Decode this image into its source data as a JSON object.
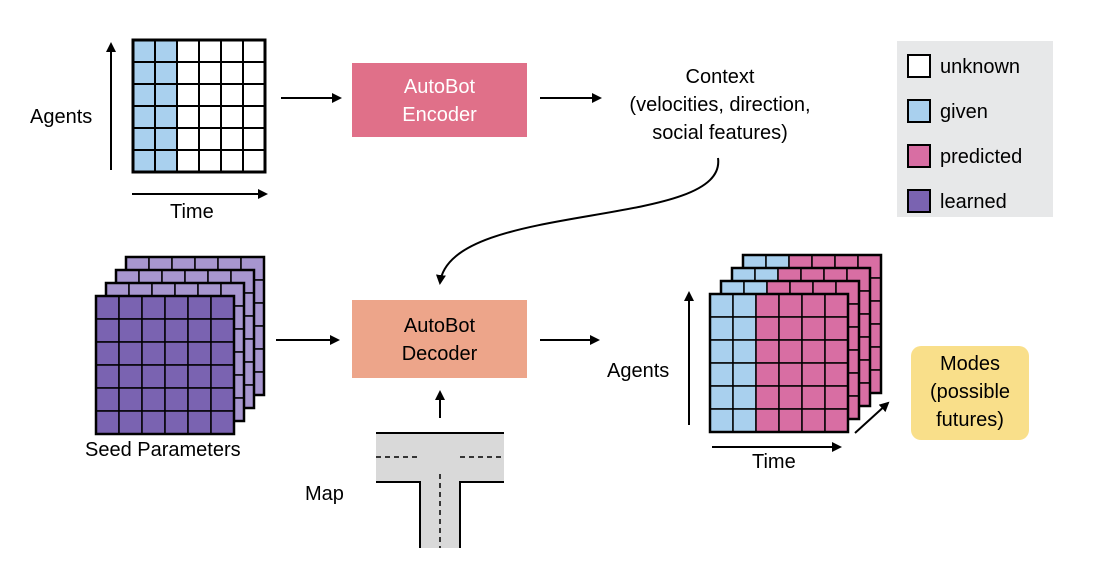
{
  "colors": {
    "unknown": "#ffffff",
    "given": "#a9d0ee",
    "predicted": "#d86ea3",
    "learned": "#7a63b1",
    "learned_back": "#a796cf",
    "encoder_fill": "#e07089",
    "decoder_fill": "#eda58a",
    "modes_fill": "#f9df8a",
    "legend_bg": "#e7e8e9",
    "road_fill": "#d9d9d9"
  },
  "input": {
    "agents_label": "Agents",
    "time_label": "Time",
    "grid": {
      "rows": 6,
      "cols": 6,
      "given_cols": 2
    }
  },
  "encoder": {
    "line1": "AutoBot",
    "line2": "Encoder"
  },
  "context": {
    "line1": "Context",
    "line2": "(velocities, direction,",
    "line3": "social features)"
  },
  "seed": {
    "label": "Seed Parameters",
    "grid": {
      "rows": 6,
      "cols": 6,
      "layers": 4
    }
  },
  "decoder": {
    "line1": "AutoBot",
    "line2": "Decoder"
  },
  "map": {
    "label": "Map"
  },
  "output": {
    "agents_label": "Agents",
    "time_label": "Time",
    "grid": {
      "rows": 6,
      "cols": 6,
      "given_cols": 2,
      "layers": 4
    }
  },
  "modes": {
    "line1": "Modes",
    "line2": "(possible",
    "line3": "futures)"
  },
  "legend": {
    "items": [
      {
        "label": "unknown",
        "color_key": "unknown"
      },
      {
        "label": "given",
        "color_key": "given"
      },
      {
        "label": "predicted",
        "color_key": "predicted"
      },
      {
        "label": "learned",
        "color_key": "learned"
      }
    ]
  }
}
